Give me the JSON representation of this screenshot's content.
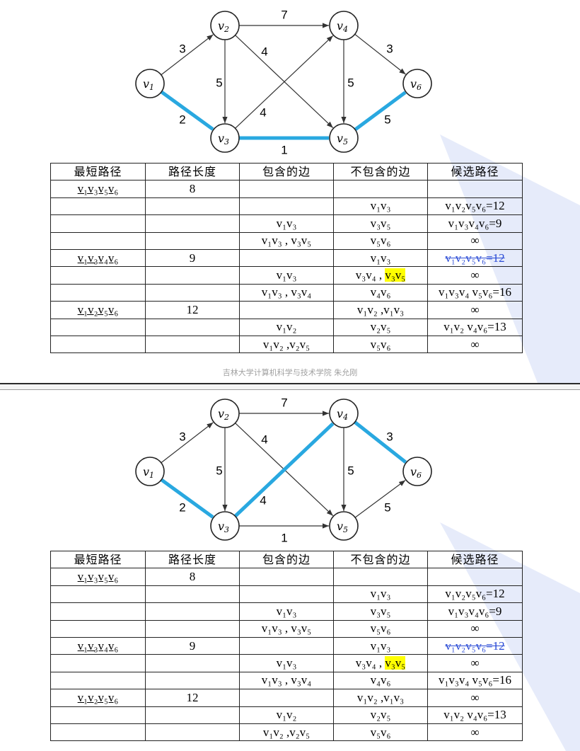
{
  "colors": {
    "highlight_edge": "#29a8e0",
    "edge": "#333333",
    "cell_highlight": "#ffff00",
    "strike": "#2a4bd6",
    "deco": "#e6ebfa"
  },
  "graph": {
    "nodes": [
      {
        "id": "v1",
        "label": "v1"
      },
      {
        "id": "v2",
        "label": "v2"
      },
      {
        "id": "v3",
        "label": "v3"
      },
      {
        "id": "v4",
        "label": "v4"
      },
      {
        "id": "v5",
        "label": "v5"
      },
      {
        "id": "v6",
        "label": "v6"
      }
    ],
    "edges": [
      {
        "from": "v1",
        "to": "v2",
        "weight": "3"
      },
      {
        "from": "v1",
        "to": "v3",
        "weight": "2"
      },
      {
        "from": "v2",
        "to": "v4",
        "weight": "7"
      },
      {
        "from": "v2",
        "to": "v3",
        "weight": "5"
      },
      {
        "from": "v2",
        "to": "v5",
        "weight": "4"
      },
      {
        "from": "v3",
        "to": "v4",
        "weight": "4"
      },
      {
        "from": "v3",
        "to": "v5",
        "weight": "1"
      },
      {
        "from": "v4",
        "to": "v6",
        "weight": "3"
      },
      {
        "from": "v4",
        "to": "v5",
        "weight": "5"
      },
      {
        "from": "v5",
        "to": "v6",
        "weight": "5"
      }
    ]
  },
  "slides": [
    {
      "highlighted_path": [
        "v1",
        "v3",
        "v5",
        "v6"
      ],
      "footer": "吉林大学计算机科学与技术学院  朱允刚"
    },
    {
      "highlighted_path": [
        "v1",
        "v3",
        "v4",
        "v6"
      ]
    }
  ],
  "table": {
    "headers": [
      "最短路径",
      "路径长度",
      "包含的边",
      "不包含的边",
      "候选路径"
    ],
    "rows": [
      [
        "v₁v₃v₅v₆",
        "8",
        "",
        "",
        ""
      ],
      [
        "",
        "",
        "",
        "v₁v₃",
        "v₁v₂v₅v₆=12"
      ],
      [
        "",
        "",
        "v₁v₃",
        "v₃v₅",
        "v₁v₃v₄v₆=9"
      ],
      [
        "",
        "",
        "v₁v₃ , v₃v₅",
        "v₅v₆",
        "∞"
      ],
      [
        "v₁v₃v₄v₆",
        "9",
        "",
        "v₁v₃",
        "v₁v₂v₅v₆=12"
      ],
      [
        "",
        "",
        "v₁v₃",
        "v₃v₄ , v₃v₅",
        "∞"
      ],
      [
        "",
        "",
        "v₁v₃ , v₃v₄",
        "v₄v₆",
        "v₁v₃v₄ v₅v₆=16"
      ],
      [
        "v₁v₂v₅v₆",
        "12",
        "",
        "v₁v₂ ,v₁v₃",
        "∞"
      ],
      [
        "",
        "",
        "v₁v₂",
        "v₂v₅",
        "v₁v₂ v₄v₆=13"
      ],
      [
        "",
        "",
        "v₁v₂ ,v₂v₅",
        "v₅v₆",
        "∞"
      ]
    ],
    "cell_marks": {
      "strike": [
        [
          4,
          4
        ]
      ],
      "highlight": [
        [
          5,
          3,
          "v₃v₅"
        ]
      ]
    }
  }
}
